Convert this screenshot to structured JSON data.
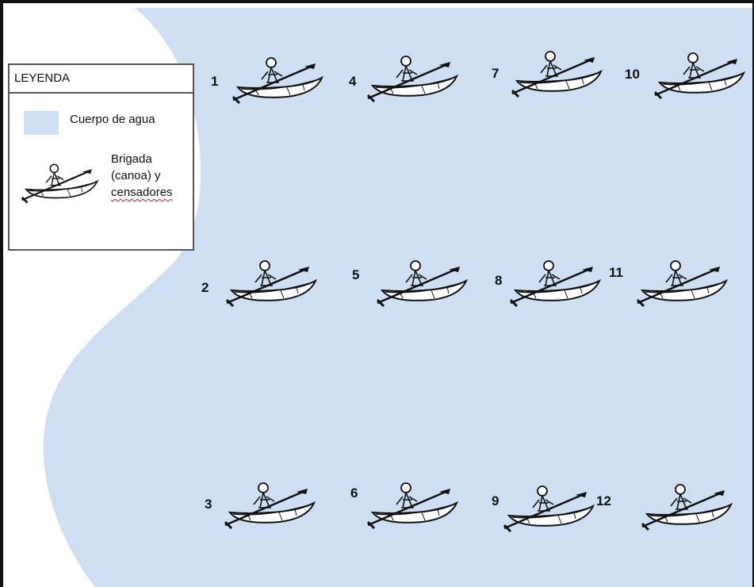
{
  "legend": {
    "title": "LEYENDA",
    "water_label": "Cuerpo de agua",
    "brigade_line1": "Brigada",
    "brigade_line2": "(canoa) y",
    "brigade_line3": "censadores"
  },
  "colors": {
    "water": "#cfdff3",
    "border": "#111111"
  },
  "canoes": [
    {
      "number": "1"
    },
    {
      "number": "4"
    },
    {
      "number": "7"
    },
    {
      "number": "10"
    },
    {
      "number": "2"
    },
    {
      "number": "5"
    },
    {
      "number": "8"
    },
    {
      "number": "11"
    },
    {
      "number": "3"
    },
    {
      "number": "6"
    },
    {
      "number": "9"
    },
    {
      "number": "12"
    }
  ],
  "icons": {
    "canoe": "canoe-icon"
  }
}
